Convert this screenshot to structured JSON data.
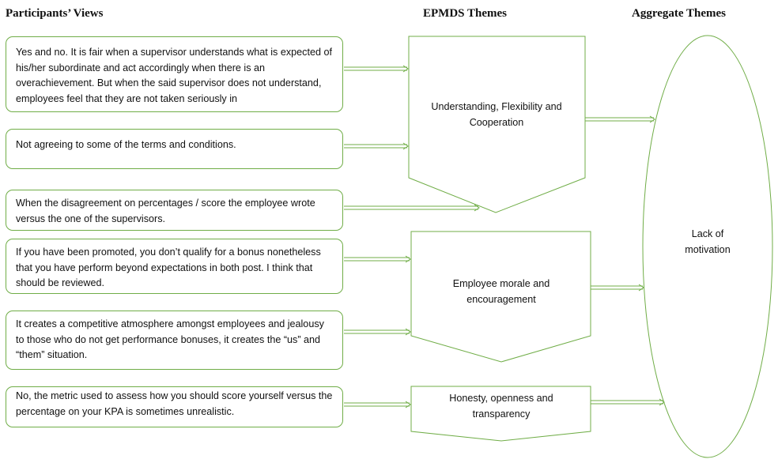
{
  "headings": {
    "views": "Participants’ Views",
    "epmds": "EPMDS Themes",
    "aggregate": "Aggregate Themes"
  },
  "views": [
    "Yes and no. It is fair when a supervisor understands what is expected of his/her subordinate and act accordingly when there is an overachievement. But when the said supervisor does not understand, employees feel that they are not taken seriously in",
    "Not agreeing to some of the terms and conditions.",
    "When the disagreement on percentages / score the employee wrote versus the one of the supervisors.",
    "If you have been promoted, you don’t qualify for a bonus nonetheless that you have perform beyond expectations in both post. I think that should be reviewed.",
    "It creates a competitive atmosphere amongst employees and jealousy to those who do not get performance bonuses, it creates the “us” and “them” situation.",
    "No, the metric used to assess how you should score yourself versus the percentage on your KPA is sometimes unrealistic."
  ],
  "themes": [
    "Understanding, Flexibility and Cooperation",
    "Employee morale and encouragement",
    "Honesty, openness and transparency"
  ],
  "aggregate": "Lack of motivation",
  "colors": {
    "stroke": "#70ad47"
  }
}
